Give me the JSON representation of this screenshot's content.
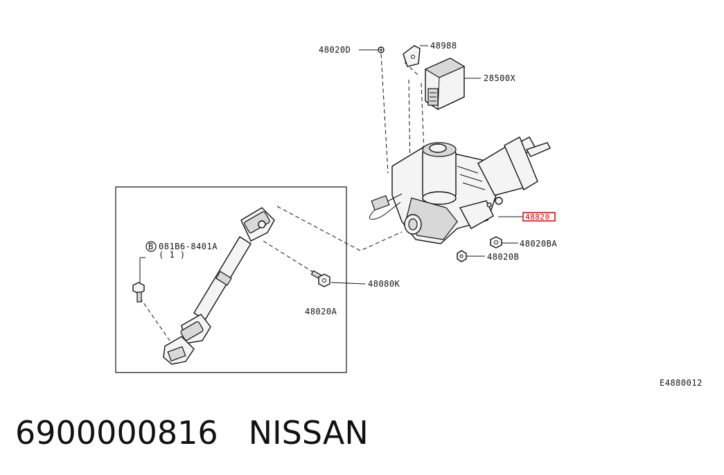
{
  "diagram": {
    "labels": {
      "p48020D": "48020D",
      "p48988": "48988",
      "p28500X": "28500X",
      "p48820": "48820",
      "p48020BA": "48020BA",
      "p48020B": "48020B",
      "p48080K": "48080K",
      "p48020A": "48020A",
      "bolt_code": "081B6-8401A",
      "bolt_qty": "( 1 )",
      "bolt_badge": "B",
      "ref_code": "E4880012"
    },
    "highlight_color": "#d00000"
  },
  "footer": {
    "part_number": "6900000816",
    "brand": "NISSAN"
  }
}
